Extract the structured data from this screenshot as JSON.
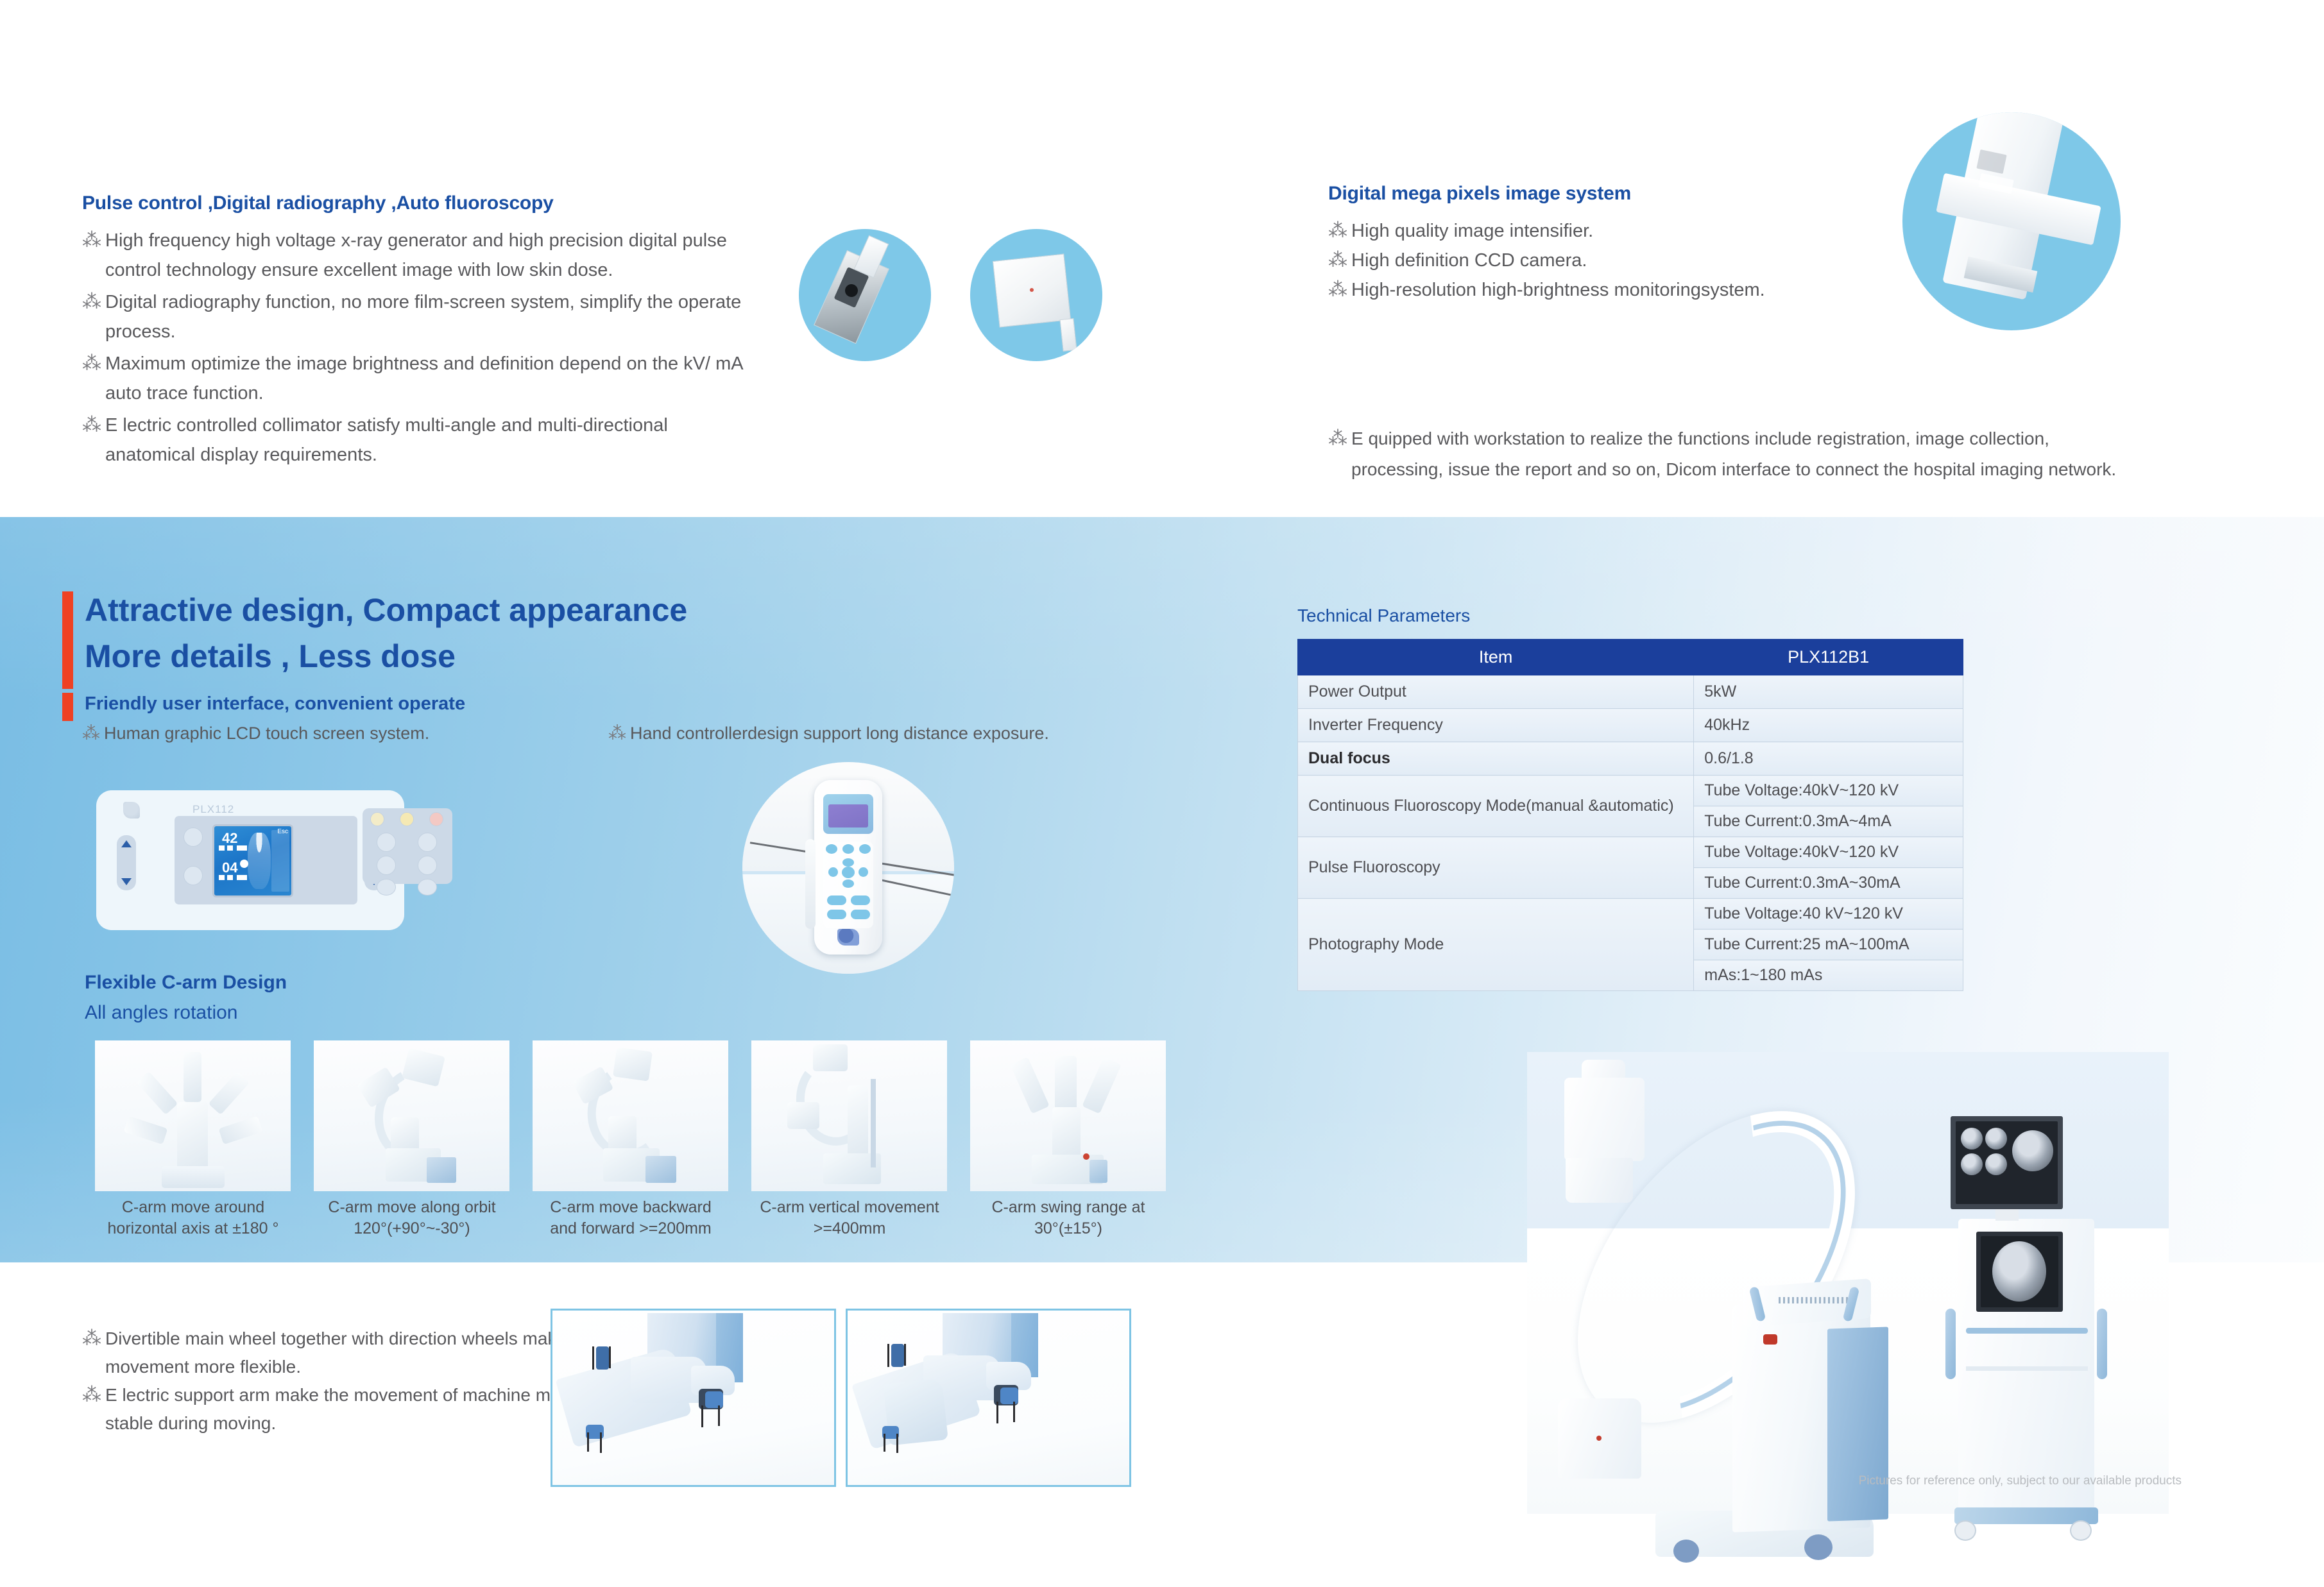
{
  "top_left": {
    "title": "Pulse control ,Digital radiography ,Auto fluoroscopy",
    "bullets": [
      "High frequency high voltage x-ray generator and high precision digital pulse  control technology ensure excellent image with low skin dose.",
      "Digital radiography function, no more film-screen  system, simplify the operate process.",
      "Maximum optimize the image brightness  and definition depend on the kV/ mA auto trace function.",
      "E lectric controlled collimator satisfy multi-angle  and  multi-directional anatomical  display  requirements."
    ]
  },
  "top_right": {
    "title": "Digital mega pixels image system",
    "bullets": [
      "High quality image intensifier.",
      "High definition CCD camera.",
      "High-resolution high-brightness monitoringsystem."
    ],
    "paragraph": "E quipped with workstation  to realize the functions include registration, image collection, processing, issue the report and so on, Dicom interface  to connect  the  hospital  imaging network."
  },
  "hero": {
    "line1": "Attractive design, Compact appearance",
    "line2": "More details , Less dose",
    "subtitle": "Friendly user interface, convenient operate",
    "bullet_left": "Human graphic LCD  touch screen system.",
    "bullet_right": "Hand controllerdesign support long distance exposure."
  },
  "lcd": {
    "model_label": "PLX112",
    "value_kv": "42",
    "value_ma": "04",
    "esc_label": "Esc"
  },
  "carm": {
    "heading": "Flexible C-arm Design",
    "subheading": "All angles rotation",
    "items": [
      {
        "caption_line1": "C-arm move around",
        "caption_line2": "horizontal  axis at ±180 °"
      },
      {
        "caption_line1": "C-arm move along  orbit",
        "caption_line2": "120°(+90°~-30°)"
      },
      {
        "caption_line1": "C-arm move backward",
        "caption_line2": "and forward >=200mm"
      },
      {
        "caption_line1": "C-arm vertical movement",
        "caption_line2": ">=400mm"
      },
      {
        "caption_line1": "C-arm swing range at",
        "caption_line2": "30°(±15°)"
      }
    ]
  },
  "tech": {
    "title": "Technical Parameters",
    "headers": [
      "Item",
      "PLX112B1"
    ],
    "rows": [
      {
        "item": "Power Output",
        "bold": false,
        "values": [
          "5kW"
        ]
      },
      {
        "item": "Inverter Frequency",
        "bold": false,
        "values": [
          "40kHz"
        ]
      },
      {
        "item": "Dual focus",
        "bold": true,
        "values": [
          "0.6/1.8"
        ]
      },
      {
        "item": "Continuous Fluoroscopy Mode(manual &automatic)",
        "bold": false,
        "values": [
          "Tube Voltage:40kV~120 kV",
          "Tube Current:0.3mA~4mA"
        ]
      },
      {
        "item": "Pulse Fluoroscopy",
        "bold": false,
        "values": [
          "Tube Voltage:40kV~120 kV",
          "Tube Current:0.3mA~30mA"
        ]
      },
      {
        "item": "Photography Mode",
        "bold": false,
        "values": [
          "Tube Voltage:40 kV~120 kV",
          "Tube Current:25 mA~100mA",
          "mAs:1~180 mAs"
        ]
      }
    ]
  },
  "bottom": {
    "bullets": [
      "Divertible main wheel together with direction wheels make movement more flexible.",
      "E lectric support arm make the  movement of machine  more stable during moving."
    ]
  },
  "footer": {
    "disclaimer": "Pictures for reference only, subject to our available products"
  },
  "colors": {
    "brand_blue": "#1a4fa3",
    "table_header": "#1b3f9c",
    "accent_red": "#ef4123",
    "photo_circle": "#7ec8e8",
    "frame_border": "#7ec4e4"
  }
}
